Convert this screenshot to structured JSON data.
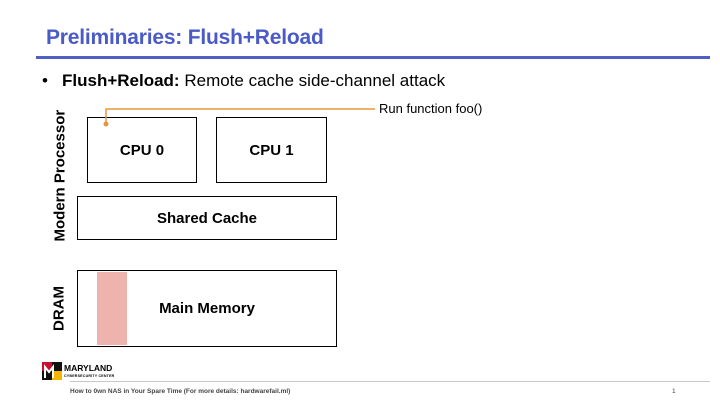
{
  "slide": {
    "title": "Preliminaries: Flush+Reload",
    "bullet_symbol": "•",
    "bullet_head": "Flush+Reload:",
    "bullet_text": " Remote cache side-channel attack",
    "label_processor": "Modern Processor",
    "label_dram": "DRAM",
    "cpu0": "CPU 0",
    "cpu1": "CPU 1",
    "shared_cache": "Shared Cache",
    "main_memory": "Main Memory",
    "annotation": "Run function foo()",
    "footer": "How to 0wn NAS in Your Spare Time (For more details: hardwarefail.ml)",
    "page_number": "1",
    "logo_name": "MARYLAND",
    "logo_sub": "CYBERSECURITY CENTER"
  },
  "colors": {
    "title": "#4a5ac8",
    "rule": "#4f5fc4",
    "annotation_line": "#e8963c",
    "memory_slot": "#eeb3ad"
  }
}
